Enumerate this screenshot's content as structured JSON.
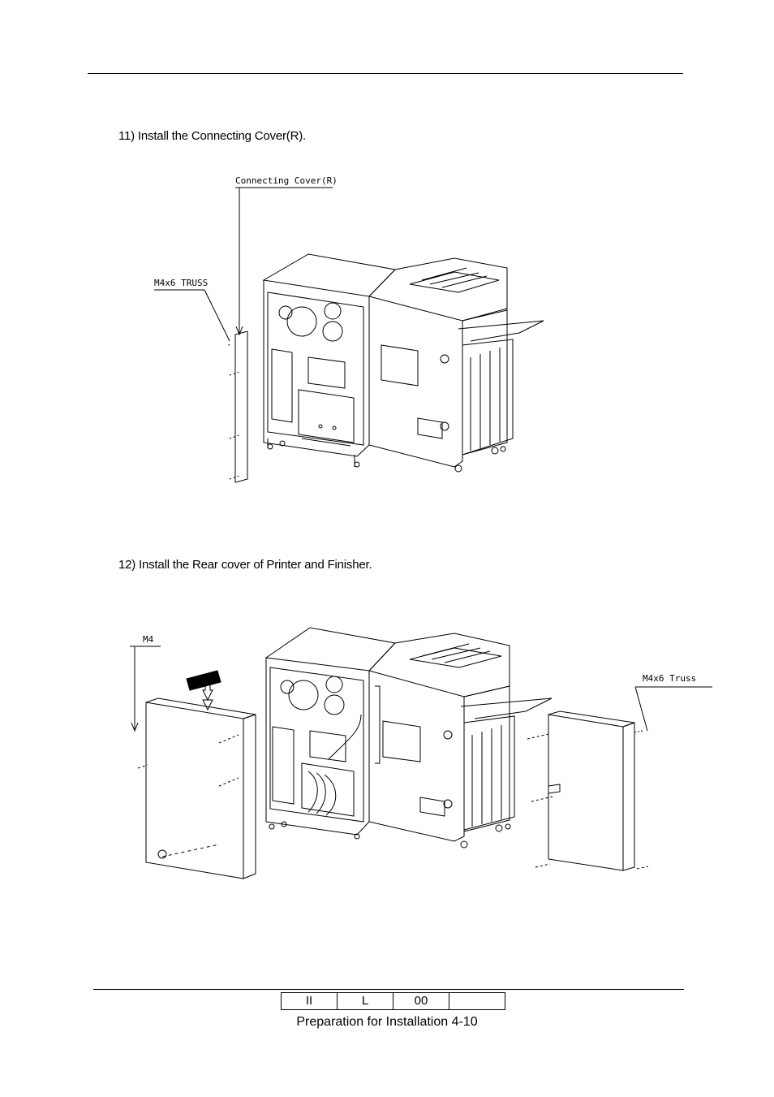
{
  "steps": [
    {
      "text": "11) Install the Connecting Cover(R)."
    },
    {
      "text": "12) Install the Rear cover of Printer and Finisher."
    }
  ],
  "figure1": {
    "labels": {
      "cover": "Connecting Cover(R)",
      "screw": "M4x6 TRUSS"
    }
  },
  "figure2": {
    "labels": {
      "left_screw": "M4",
      "right_screw": "M4x6 Truss"
    }
  },
  "footer": {
    "cells": [
      "II",
      "L",
      "00",
      ""
    ],
    "caption": "Preparation for Installation 4-10"
  }
}
